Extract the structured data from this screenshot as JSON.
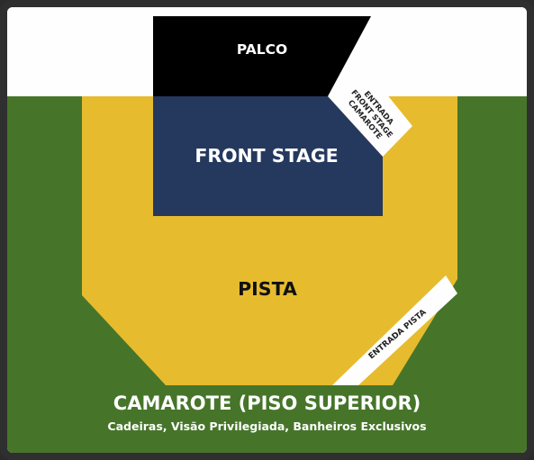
{
  "colors": {
    "background_white": "#fefefe",
    "camarote_green": "#46752a",
    "pista_yellow": "#e7bb2e",
    "front_stage_blue": "#25395f",
    "palco_black": "#000000",
    "frame_dark": "#2f2f2f",
    "label_white": "#ffffff",
    "label_dark": "#111111"
  },
  "map": {
    "stage": {
      "label": "PALCO"
    },
    "front_stage": {
      "label": "FRONT STAGE"
    },
    "pista": {
      "label": "PISTA"
    },
    "entrance_front_stage": {
      "lines": [
        "ENTRADA",
        "FRONT STAGE",
        "CAMAROTE"
      ]
    },
    "entrance_pista": {
      "label": "ENTRADA PISTA"
    },
    "camarote": {
      "title": "CAMAROTE (PISO SUPERIOR)",
      "subtitle": "Cadeiras, Visão Privilegiada, Banheiros Exclusivos"
    }
  }
}
